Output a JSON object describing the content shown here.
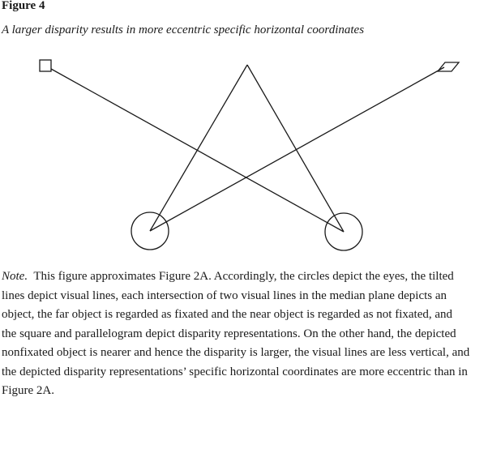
{
  "figure": {
    "label": "Figure 4",
    "title": "A larger disparity results in more eccentric specific horizontal coordinates"
  },
  "diagram": {
    "elements": {
      "left_eye": "circle",
      "right_eye": "circle",
      "visual_lines": 4,
      "left_disparity_representation": "square",
      "right_disparity_representation": "parallelogram"
    }
  },
  "note": {
    "label": "Note.",
    "lines": [
      "This figure approximates Figure 2A.  Accordingly, the circles depict the eyes, the tilted",
      "lines depict visual lines, each intersection of two visual lines in the median plane depicts an",
      "object, the far object is regarded as fixated and the near object is regarded as not fixated, and",
      "the square and parallelogram depict disparity representations.  On the other hand, the depicted",
      "nonfixated object is nearer and hence the disparity is larger, the visual lines are less vertical, and",
      "the depicted disparity representations’ specific horizontal coordinates are more eccentric than in",
      "Figure 2A."
    ]
  }
}
